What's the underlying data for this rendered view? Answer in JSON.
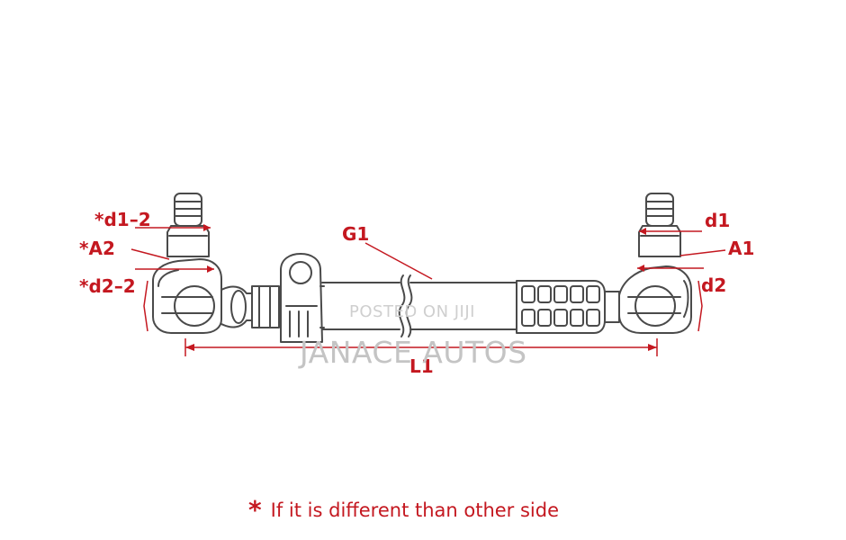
{
  "labels": {
    "d1_2": "*d1–2",
    "a2": "*A2",
    "d2_2": "*d2–2",
    "g1": "G1",
    "d1": "d1",
    "a1": "A1",
    "d2": "d2",
    "l1": "L1"
  },
  "watermark": {
    "line1": "POSTED ON JIJI",
    "line2": "JANACE AUTOS"
  },
  "note": {
    "star": "*",
    "text": "If it is different than other side"
  },
  "colors": {
    "accent": "#c41820",
    "outline": "#4a4a4a",
    "watermark": "#c4c4c4"
  }
}
